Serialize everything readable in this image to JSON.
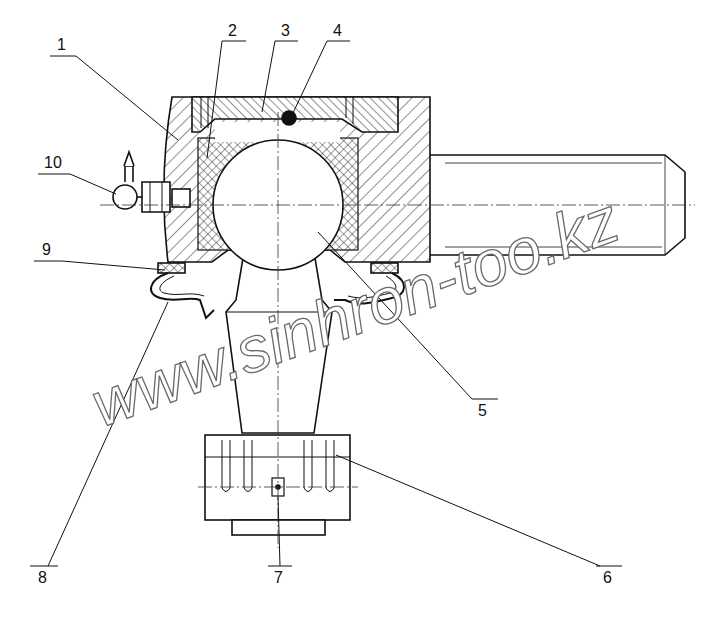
{
  "diagram": {
    "labels": [
      "1",
      "2",
      "3",
      "4",
      "5",
      "6",
      "7",
      "8",
      "9",
      "10",
      "www.sinhron-too.kz"
    ]
  }
}
